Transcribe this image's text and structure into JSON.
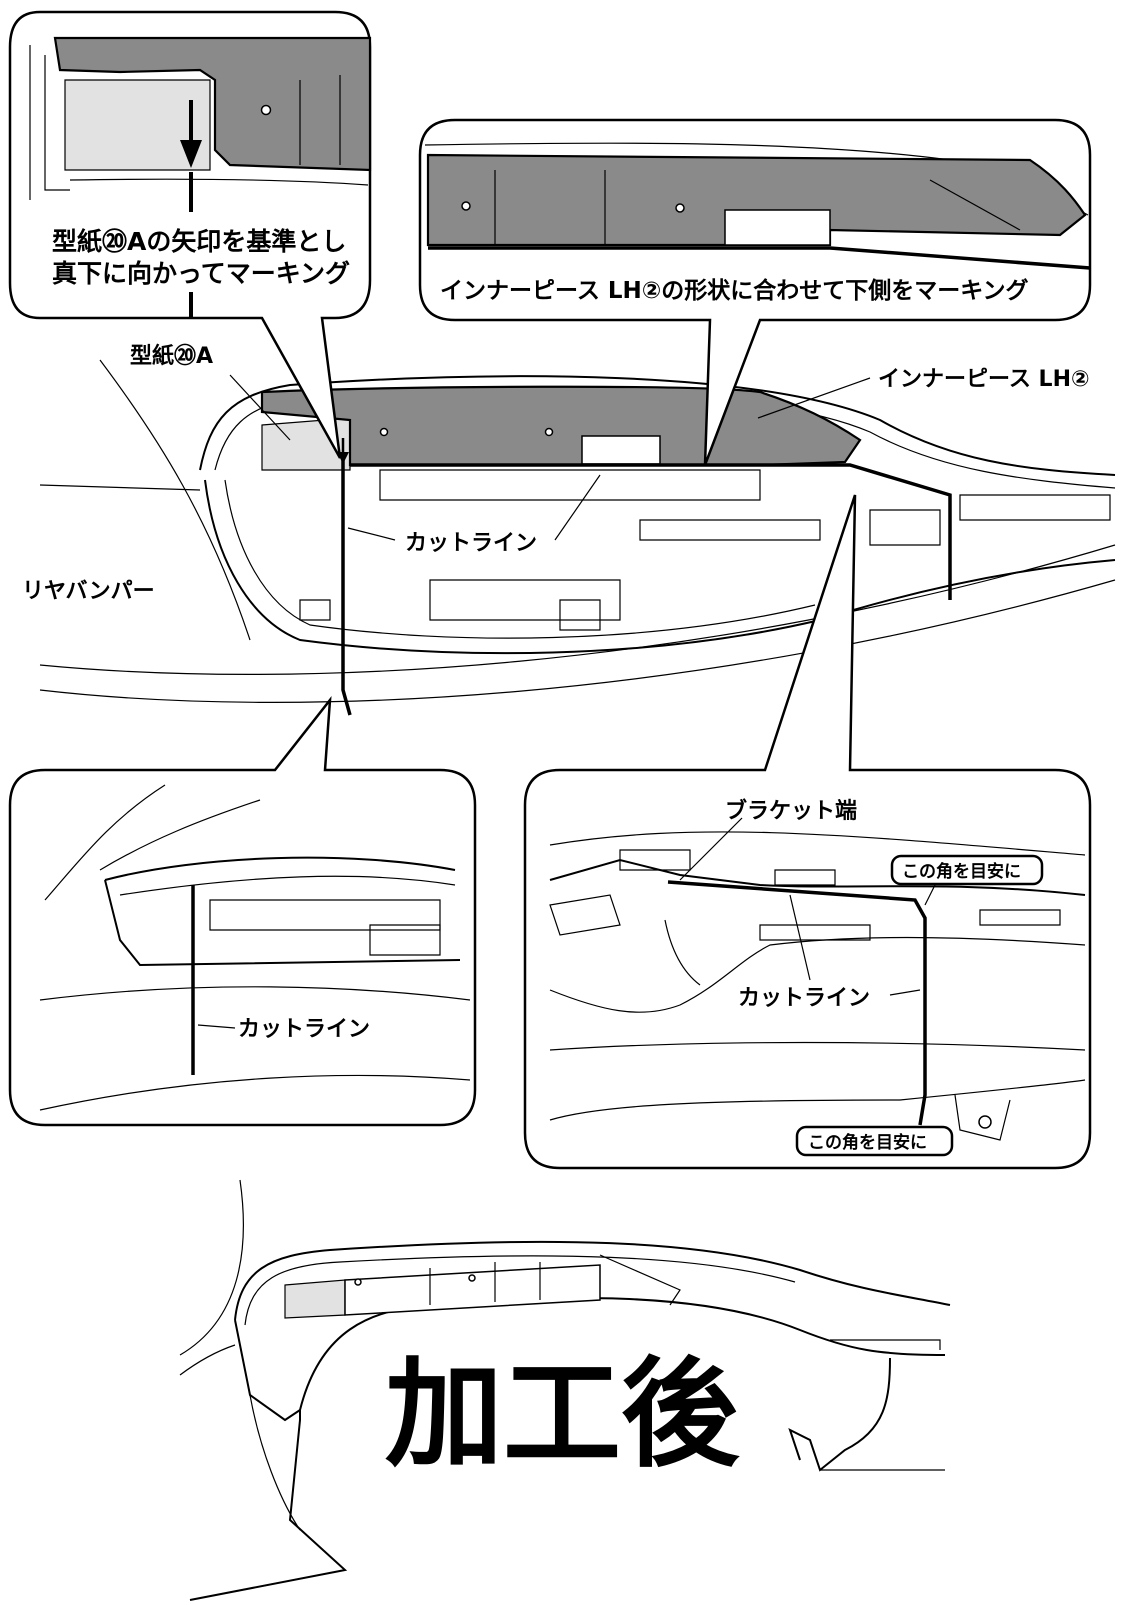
{
  "labels": {
    "top_left_instruction_line1": "型紙⑳Aの矢印を基準とし",
    "top_left_instruction_line2": "真下に向かってマーキング",
    "top_right_instruction": "インナーピース LH②の形状に合わせて下側をマーキング",
    "template_label": "型紙⑳A",
    "inner_piece_label": "インナーピース LH②",
    "cut_line_main": "カットライン",
    "rear_bumper": "リヤバンパー",
    "cut_line_bottom_left": "カットライン",
    "bracket_end": "ブラケット端",
    "corner_guide_top": "この角を目安に",
    "cut_line_bottom_right": "カットライン",
    "corner_guide_bottom": "この角を目安に",
    "after_processing": "加工後"
  },
  "colors": {
    "line": "#000000",
    "part_fill": "#8a8a8a",
    "template_fill": "#e2e2e2",
    "background": "#ffffff"
  }
}
